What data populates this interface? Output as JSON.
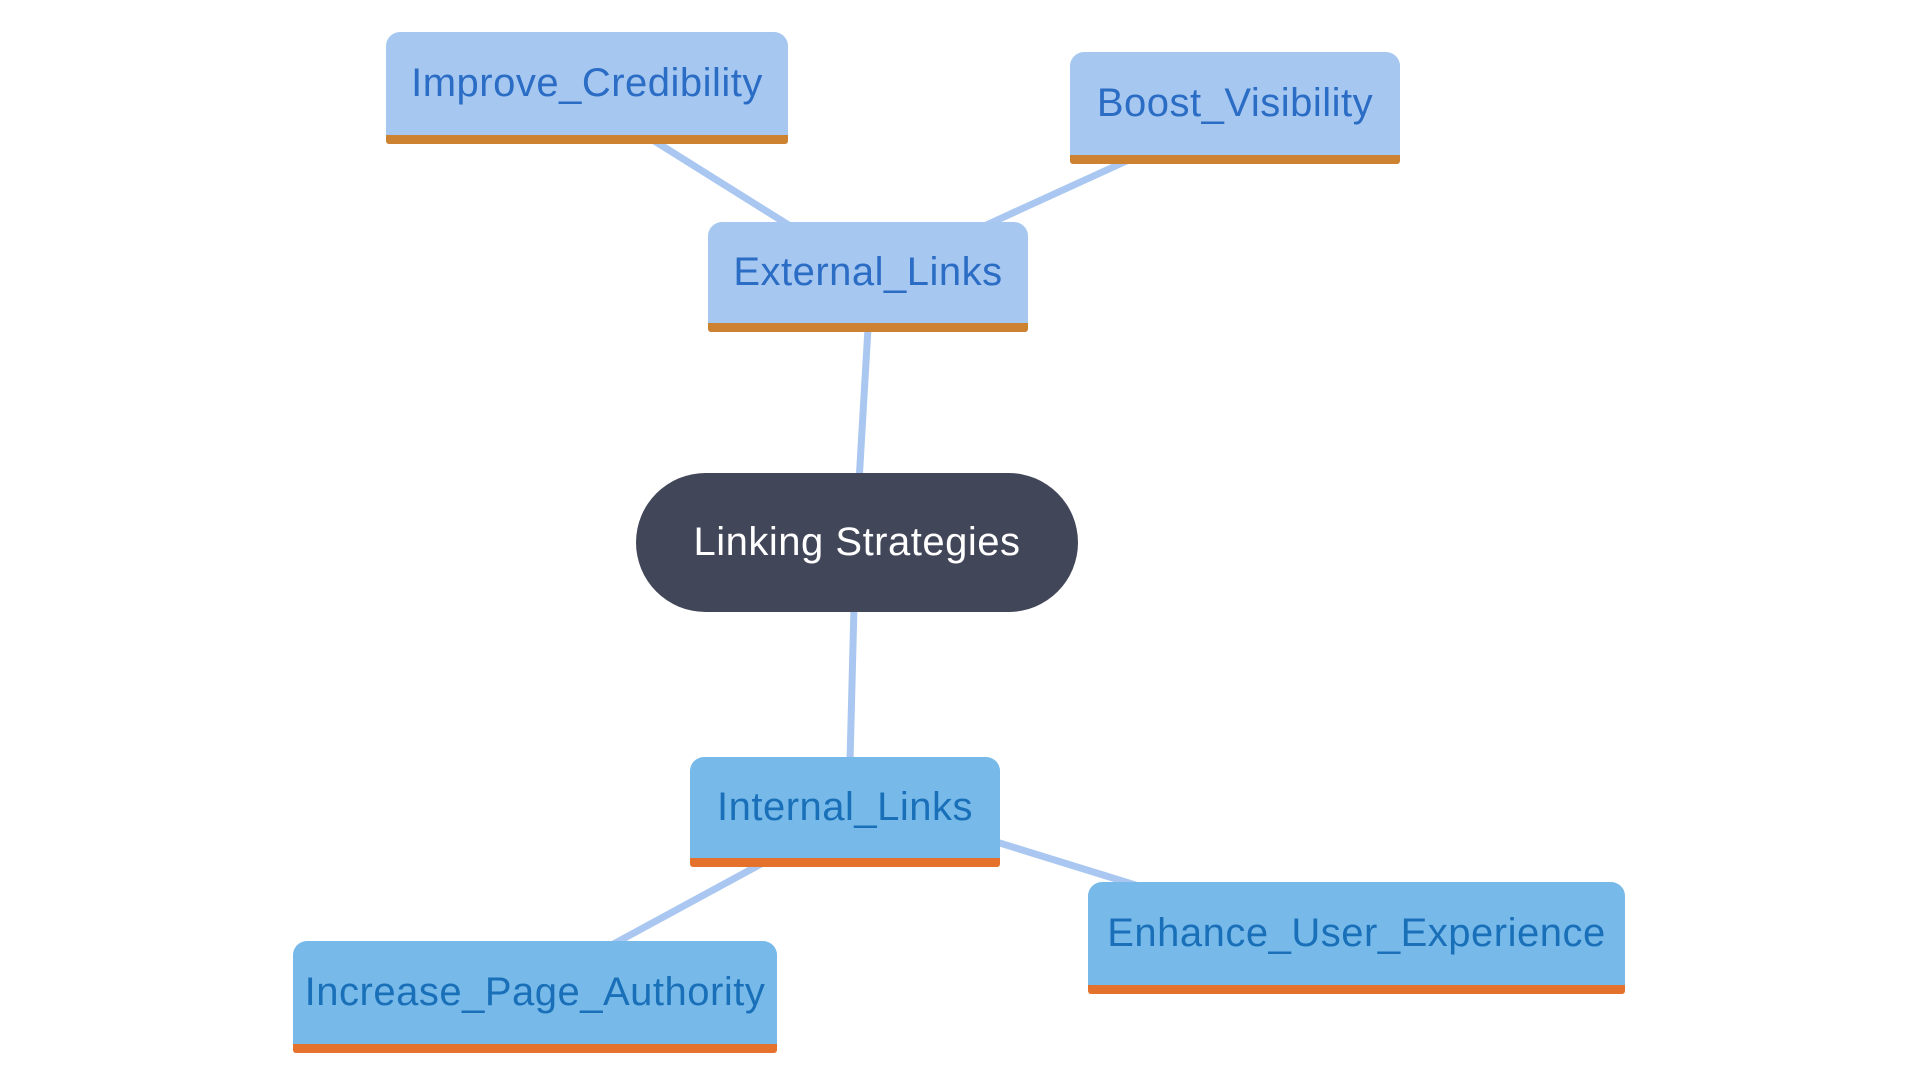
{
  "diagram": {
    "type": "mindmap",
    "title": "Linking Strategies",
    "nodes": {
      "root": {
        "id": "linking_strategies",
        "label": "Linking Strategies",
        "role": "central-topic"
      },
      "external": {
        "id": "external_links",
        "label": "External_Links",
        "role": "branch-topic"
      },
      "improve": {
        "id": "improve_credibility",
        "label": "Improve_Credibility",
        "role": "leaf-topic"
      },
      "boost": {
        "id": "boost_visibility",
        "label": "Boost_Visibility",
        "role": "leaf-topic"
      },
      "internal": {
        "id": "internal_links",
        "label": "Internal_Links",
        "role": "branch-topic"
      },
      "increase": {
        "id": "increase_page_authority",
        "label": "Increase_Page_Authority",
        "role": "leaf-topic"
      },
      "enhance": {
        "id": "enhance_user_experience",
        "label": "Enhance_User_Experience",
        "role": "leaf-topic"
      }
    },
    "edges": [
      {
        "from": "external_links",
        "to": "improve_credibility"
      },
      {
        "from": "external_links",
        "to": "boost_visibility"
      },
      {
        "from": "linking_strategies",
        "to": "external_links"
      },
      {
        "from": "linking_strategies",
        "to": "internal_links"
      },
      {
        "from": "internal_links",
        "to": "increase_page_authority"
      },
      {
        "from": "internal_links",
        "to": "enhance_user_experience"
      }
    ]
  },
  "colors": {
    "edge_line": "#a9c7f0",
    "branch_a_fill": "#a6c8f0",
    "branch_a_text": "#2b6cc5",
    "branch_a_underline": "#cc8230",
    "branch_b_fill": "#77baea",
    "branch_b_text": "#1a70b8",
    "branch_b_underline": "#e4722d",
    "root_fill": "#414659",
    "root_text": "#ffffff",
    "background": "#ffffff"
  }
}
